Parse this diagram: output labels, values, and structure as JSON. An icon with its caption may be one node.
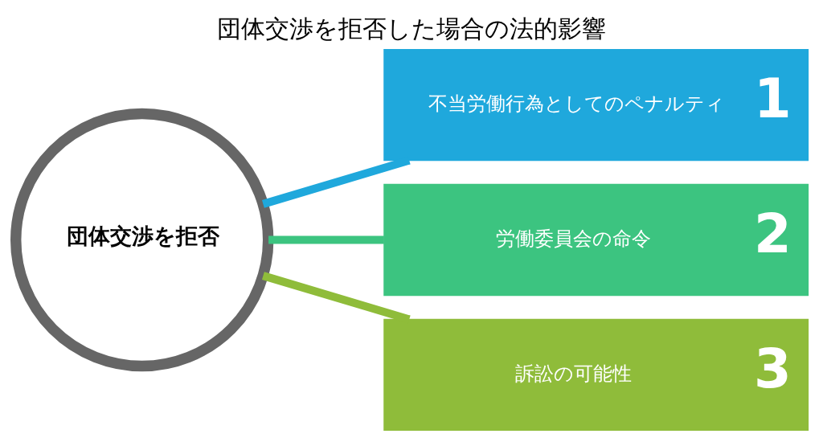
{
  "diagram": {
    "title": "団体交渉を拒否した場合の法的影響",
    "nodes": [
      {
        "text": [
          "団体交渉を拒否"
        ]
      },
      {
        "text": [
          "不当労働行為としてのペナルティ",
          "1"
        ]
      },
      {
        "text": [
          "労働委員会の命令",
          "2"
        ]
      },
      {
        "text": [
          "訴訟の可能性",
          "3"
        ]
      }
    ],
    "edges": [
      {
        "from": 0,
        "to": 1,
        "arrow": "none",
        "color": "#1fa8dc"
      },
      {
        "from": 0,
        "to": 2,
        "arrow": "none",
        "color": "#3cc480"
      },
      {
        "from": 0,
        "to": 3,
        "arrow": "none",
        "color": "#8fbc3a"
      }
    ]
  }
}
